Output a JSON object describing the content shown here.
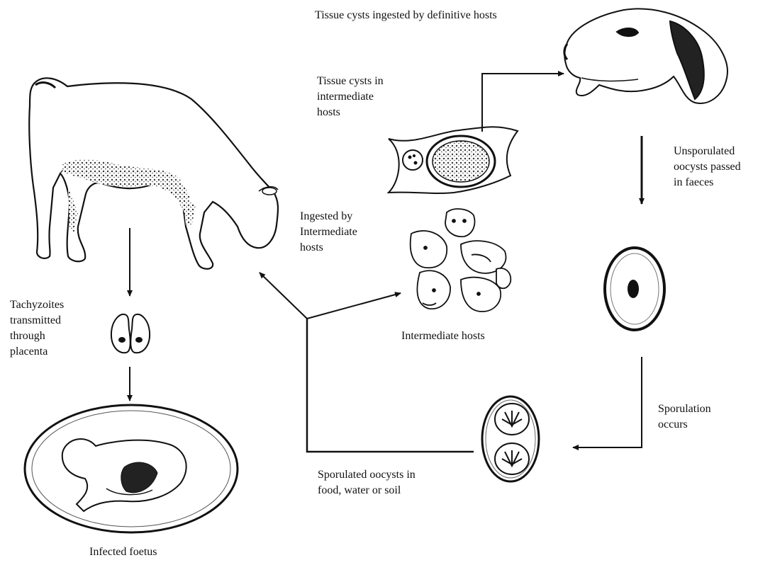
{
  "diagram": {
    "labels": {
      "definitive_ingest": "Tissue cysts ingested by definitive hosts",
      "tissue_cysts": [
        "Tissue cysts in",
        "intermediate",
        "hosts"
      ],
      "unsporulated": [
        "Unsporulated",
        "oocysts passed",
        "in faeces"
      ],
      "ingested_intermediate": [
        "Ingested by",
        "Intermediate",
        "hosts"
      ],
      "intermediate_hosts": "Intermediate hosts",
      "tachyzoites": [
        "Tachyzoites",
        "transmitted",
        "through",
        "placenta"
      ],
      "sporulation": [
        "Sporulation",
        "occurs"
      ],
      "sporulated_oocysts": [
        "Sporulated oocysts in",
        "food, water or soil"
      ],
      "infected_foetus": "Infected foetus"
    },
    "colors": {
      "ink": "#111111",
      "paper": "#ffffff",
      "shade": "#555555"
    },
    "icons": [
      "cow-illustration",
      "dog-head-illustration",
      "tissue-cyst-illustration",
      "intermediate-hosts-illustration",
      "unsporulated-oocyst-illustration",
      "sporulated-oocyst-illustration",
      "tachyzoites-illustration",
      "infected-foetus-illustration"
    ]
  }
}
